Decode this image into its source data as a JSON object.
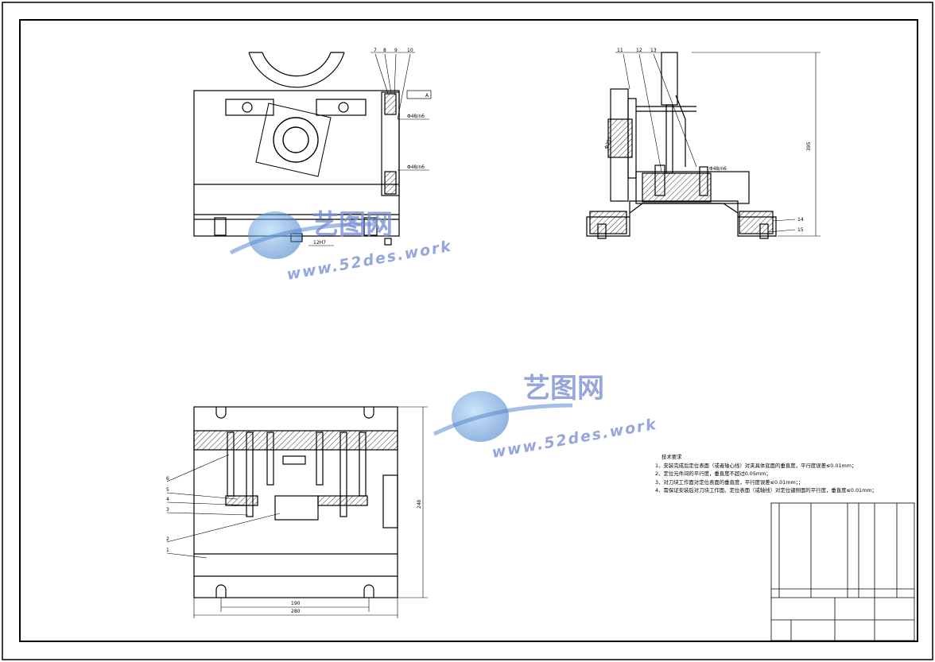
{
  "watermark": {
    "brand_cn": "艺图网",
    "url": "www.52des.work"
  },
  "top_view": {
    "part_labels": [
      "7",
      "8",
      "9",
      "10"
    ],
    "tolerance_1": "Φ48/n6",
    "tolerance_2": "Φ48/n6",
    "frame": "A",
    "dim_key": "12H7"
  },
  "side_view": {
    "part_labels": [
      "11",
      "12",
      "13",
      "14",
      "15"
    ],
    "tolerance": "Φ48/n6",
    "dim_height": "395",
    "dim_bore": "Φ257"
  },
  "front_view": {
    "part_labels": [
      "6",
      "5",
      "4",
      "3",
      "2",
      "1"
    ],
    "dim_height": "240",
    "dim_inner": "190",
    "dim_width": "280"
  },
  "tech_notes": {
    "title": "技术要求",
    "items": [
      "1、安装完成后定位表面（或者轴心线）对夹具体底面的垂直度，平行度误差≤0.01mm；",
      "2、定位元件间的平行度，垂直度不超过0.05mm；",
      "3、对刀块工作面对定位表面的垂直度，平行度误差≤0.01mm；；",
      "4、需保证安装后对刀块工作面、定位表面（或轴线）对定位键侧面的平行度，垂直度≤0.01mm；"
    ]
  },
  "colors": {
    "line": "#000000",
    "watermark": "#7a8fd4"
  }
}
